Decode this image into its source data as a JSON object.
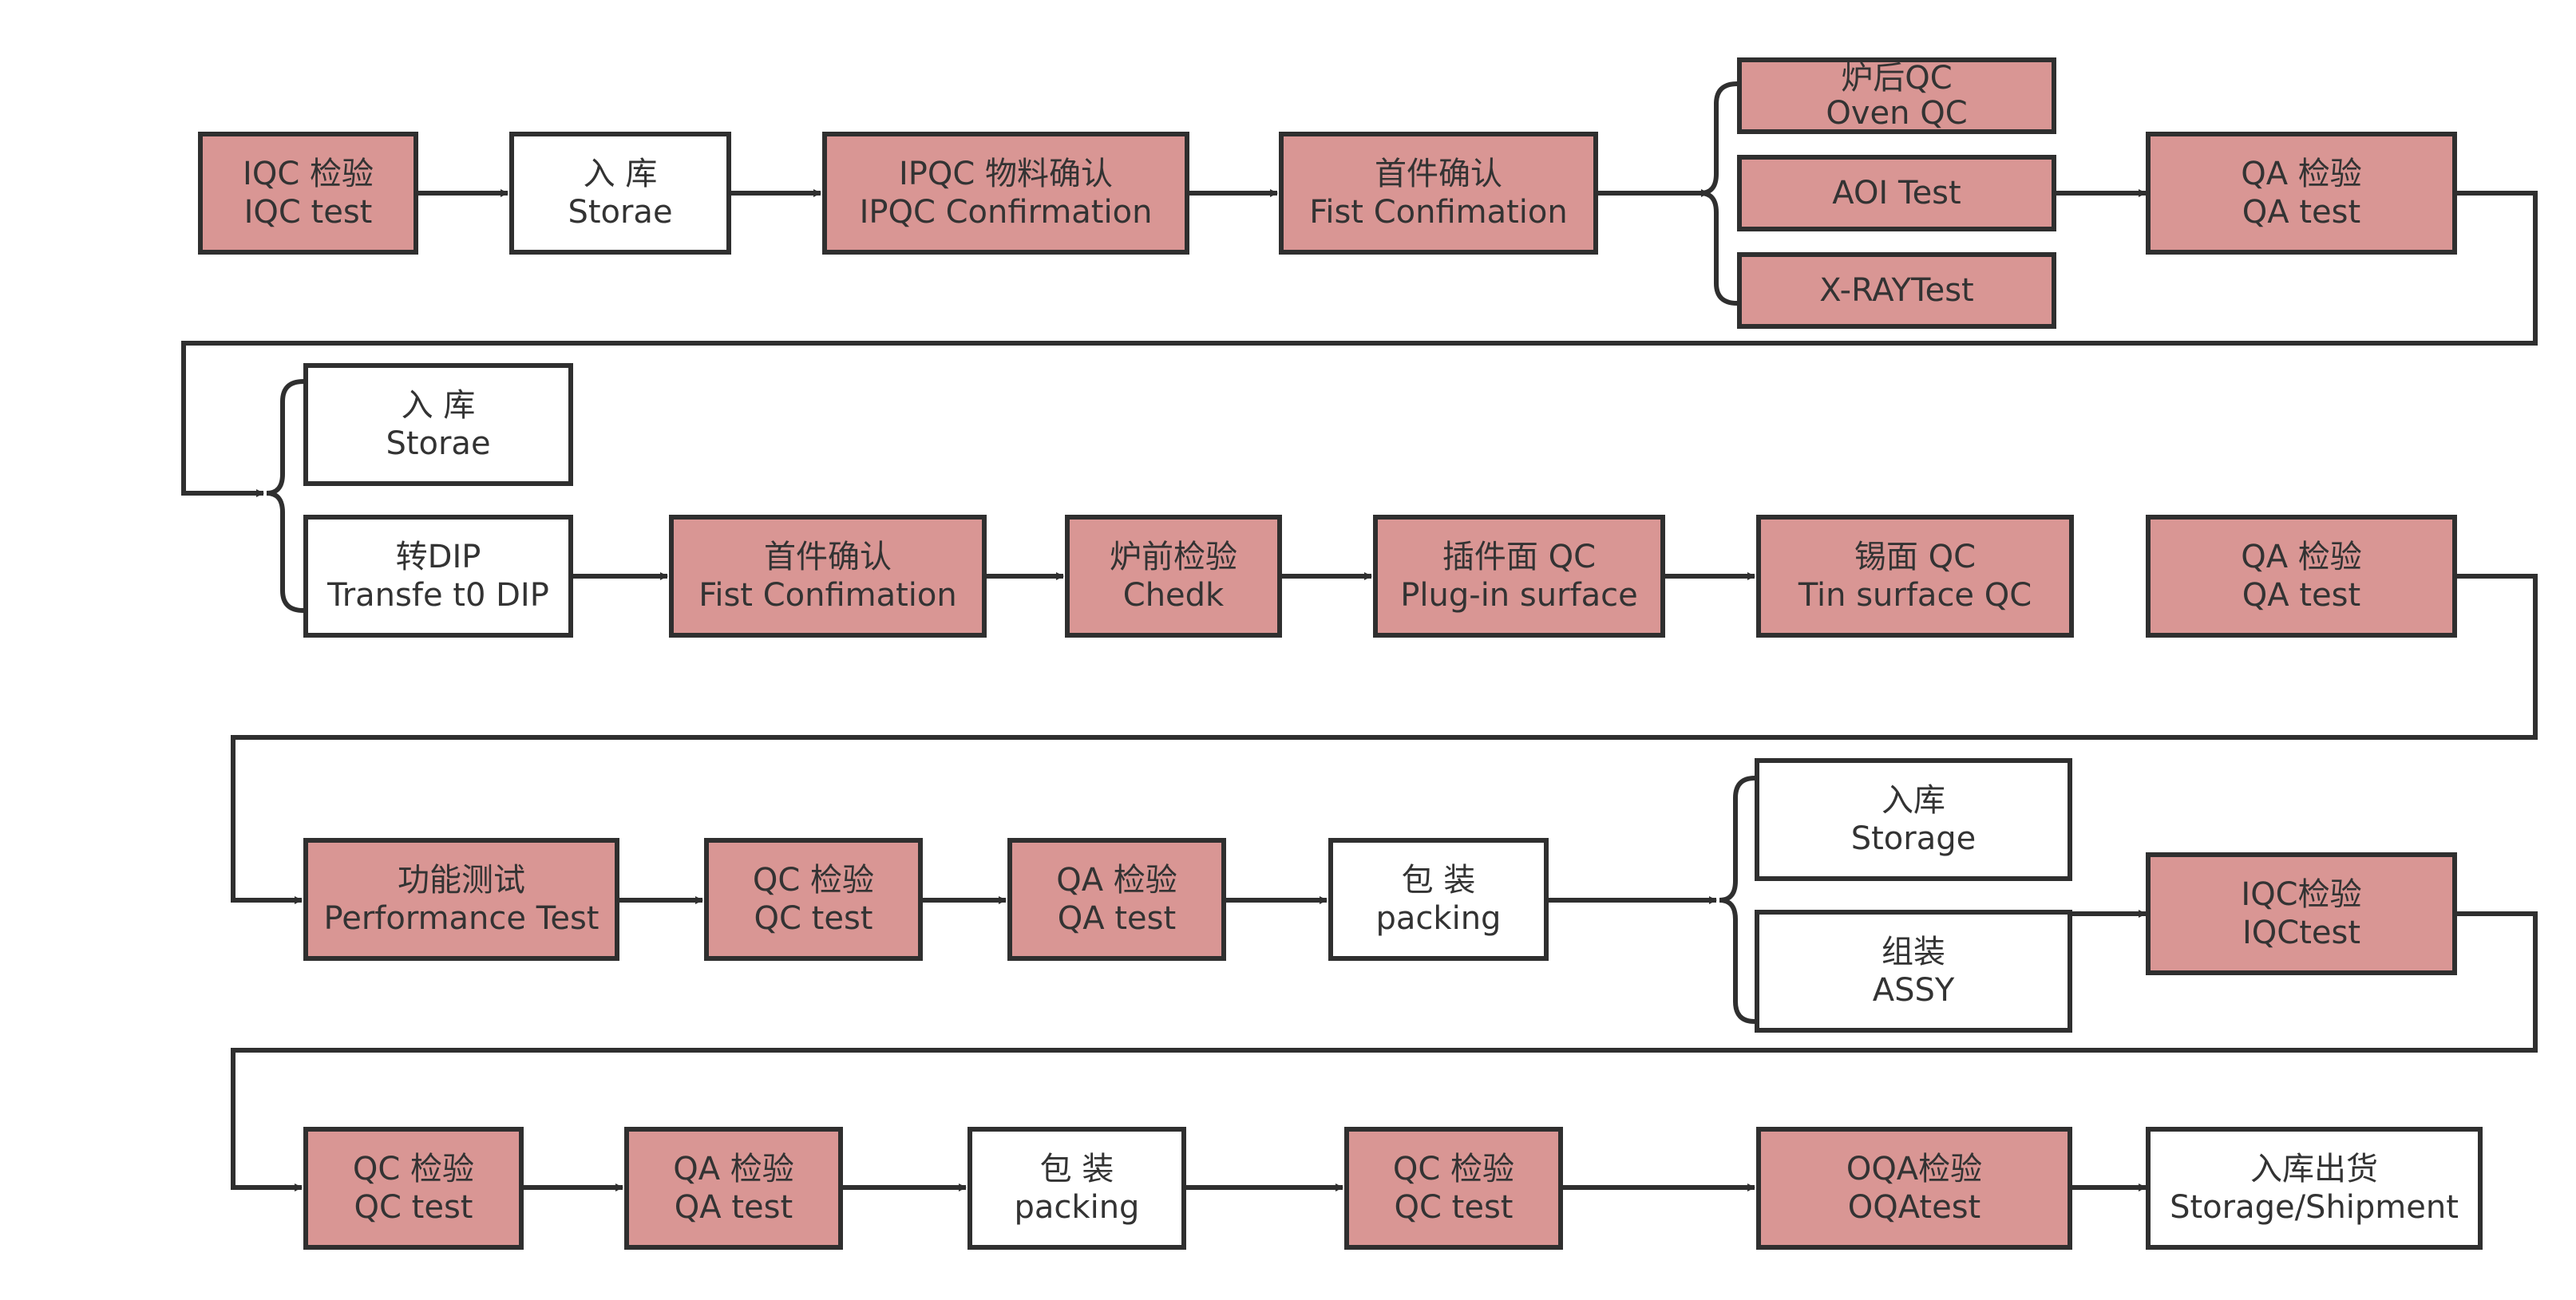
{
  "colors": {
    "step_fill": "#d99694",
    "plain_fill": "#ffffff",
    "stroke": "#2f2f2f",
    "text": "#333333"
  },
  "boxes": {
    "b1": {
      "zh": "IQC 检验",
      "en": "IQC test"
    },
    "b2": {
      "zh": "入 库",
      "en": "Storae"
    },
    "b3": {
      "zh": "IPQC 物料确认",
      "en": "IPQC Confirmation"
    },
    "b4": {
      "zh": "首件确认",
      "en": "Fist Confimation"
    },
    "b5": {
      "zh": "炉后QC",
      "en": "Oven QC"
    },
    "b6": {
      "zh": "",
      "en": "AOI Test"
    },
    "b7": {
      "zh": "",
      "en": "X-RAYTest"
    },
    "b8": {
      "zh": "QA 检验",
      "en": "QA test"
    },
    "b9": {
      "zh": "入 库",
      "en": "Storae"
    },
    "b10": {
      "zh": "转DIP",
      "en": "Transfe t0 DIP"
    },
    "b11": {
      "zh": "首件确认",
      "en": "Fist Confimation"
    },
    "b12": {
      "zh": "炉前检验",
      "en": "Chedk"
    },
    "b13": {
      "zh": "插件面 QC",
      "en": "Plug-in surface"
    },
    "b14": {
      "zh": "锡面 QC",
      "en": "Tin surface QC"
    },
    "b15": {
      "zh": "QA 检验",
      "en": "QA test"
    },
    "b16": {
      "zh": "功能测试",
      "en": "Performance Test"
    },
    "b17": {
      "zh": "QC 检验",
      "en": "QC test"
    },
    "b18": {
      "zh": "QA 检验",
      "en": "QA test"
    },
    "b19": {
      "zh": "包 装",
      "en": "packing"
    },
    "b20": {
      "zh": "入库",
      "en": "Storage"
    },
    "b21": {
      "zh": "组装",
      "en": "ASSY"
    },
    "b22": {
      "zh": "IQC检验",
      "en": "IQCtest"
    },
    "b23": {
      "zh": "QC 检验",
      "en": "QC test"
    },
    "b24": {
      "zh": "QA 检验",
      "en": "QA test"
    },
    "b25": {
      "zh": "包 装",
      "en": "packing"
    },
    "b26": {
      "zh": "QC 检验",
      "en": "QC test"
    },
    "b27": {
      "zh": "OQA检验",
      "en": "OQAtest"
    },
    "b28": {
      "zh": "入库出货",
      "en": "Storage/Shipment"
    }
  }
}
